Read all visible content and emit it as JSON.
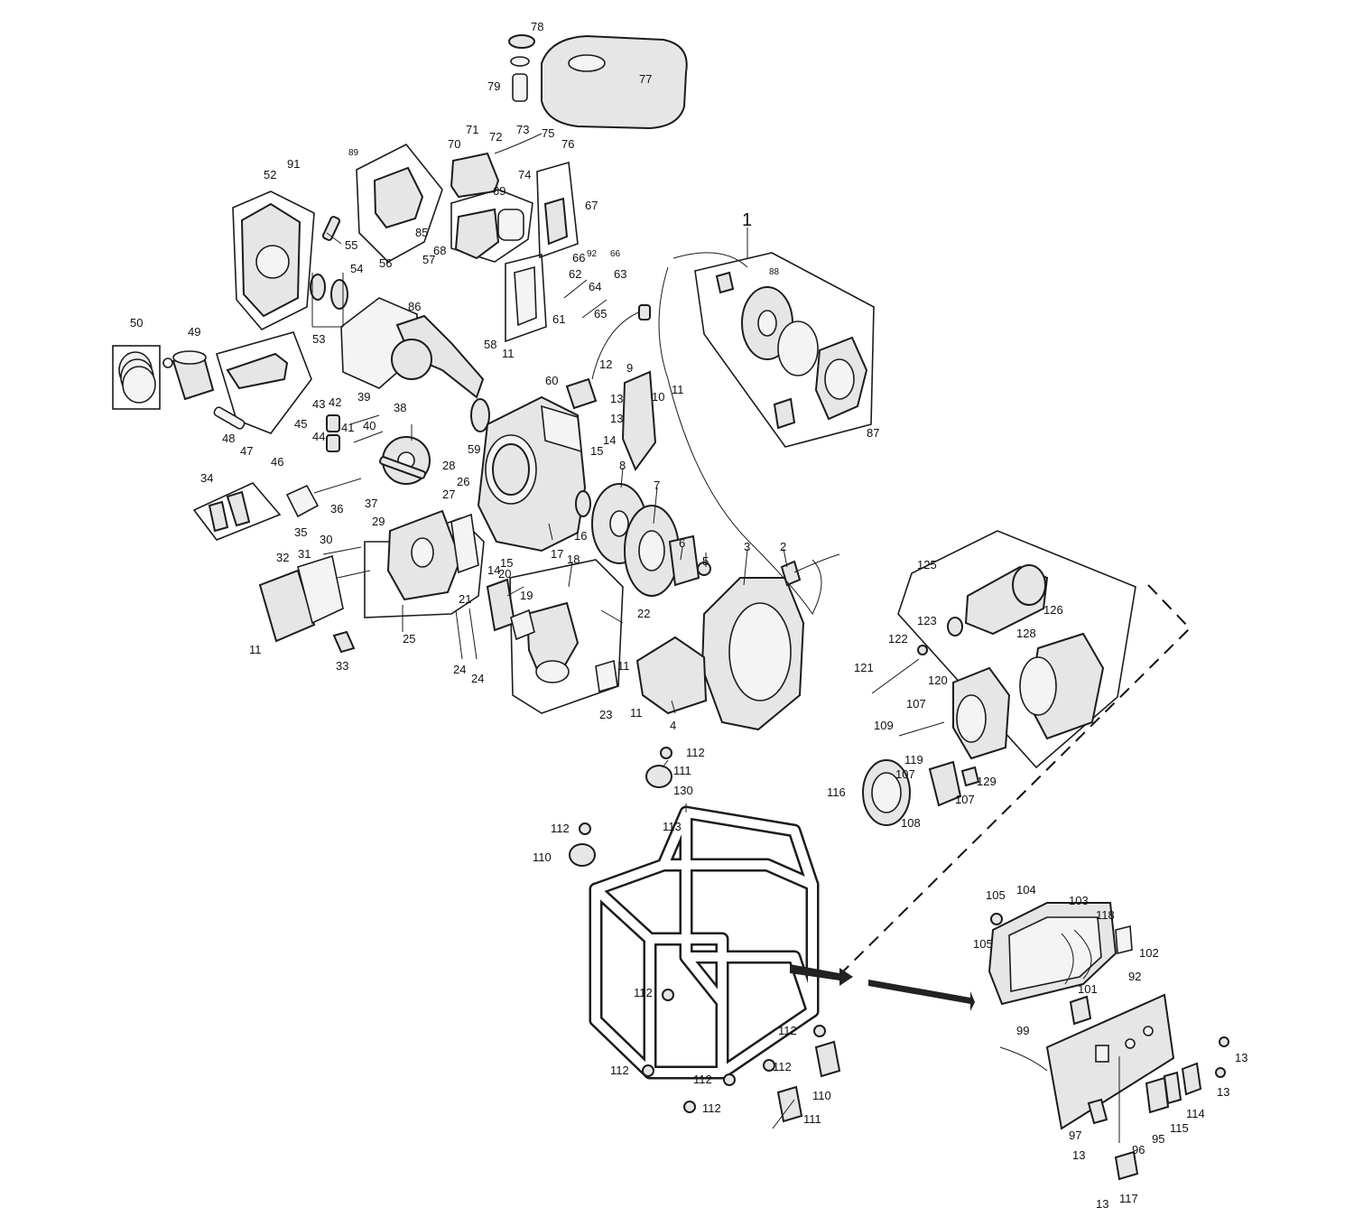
{
  "diagram": {
    "labels": {
      "p1": "1",
      "p2": "2",
      "p3": "3",
      "p4": "4",
      "p5": "5",
      "p6": "6",
      "p7": "7",
      "p8": "8",
      "p9": "9",
      "p10": "10",
      "p11a": "11",
      "p11b": "11",
      "p11c": "11",
      "p11d": "11",
      "p11e": "11",
      "p12": "12",
      "p13a": "13",
      "p13b": "13",
      "p14a": "14",
      "p14b": "14",
      "p15a": "15",
      "p15b": "15",
      "p16": "16",
      "p17": "17",
      "p18": "18",
      "p19": "19",
      "p20": "20",
      "p21": "21",
      "p22": "22",
      "p23": "23",
      "p24a": "24",
      "p24b": "24",
      "p25": "25",
      "p26": "26",
      "p27": "27",
      "p28": "28",
      "p29": "29",
      "p30": "30",
      "p31": "31",
      "p32": "32",
      "p33": "33",
      "p34": "34",
      "p35": "35",
      "p36": "36",
      "p37": "37",
      "p38": "38",
      "p39": "39",
      "p40": "40",
      "p41": "41",
      "p42": "42",
      "p43": "43",
      "p44": "44",
      "p45": "45",
      "p46": "46",
      "p47": "47",
      "p48": "48",
      "p49": "49",
      "p50": "50",
      "p52": "52",
      "p53": "53",
      "p54": "54",
      "p55": "55",
      "p56": "56",
      "p57": "57",
      "p58": "58",
      "p59": "59",
      "p60": "60",
      "p61": "61",
      "p62": "62",
      "p63": "63",
      "p64": "64",
      "p65": "65",
      "p66a": "66",
      "p66b": "66",
      "p67": "67",
      "p68": "68",
      "p69": "69",
      "p70": "70",
      "p71": "71",
      "p72": "72",
      "p73": "73",
      "p74": "74",
      "p75": "75",
      "p76": "76",
      "p77": "77",
      "p78": "78",
      "p79": "79",
      "p85": "85",
      "p86": "86",
      "p87": "87",
      "p88": "88",
      "p89": "89",
      "p91": "91",
      "p92a": "92",
      "p92b": "92",
      "p95": "95",
      "p96": "96",
      "p97": "97",
      "p99": "99",
      "p101": "101",
      "p102": "102",
      "p103": "103",
      "p104": "104",
      "p105a": "105",
      "p105b": "105",
      "p107a": "107",
      "p107b": "107",
      "p107c": "107",
      "p108": "108",
      "p109": "109",
      "p110a": "110",
      "p110b": "110",
      "p111a": "111",
      "p111b": "111",
      "p112a": "112",
      "p112b": "112",
      "p112c": "112",
      "p112d": "112",
      "p112e": "112",
      "p112f": "112",
      "p112g": "112",
      "p112h": "112",
      "p113": "113",
      "p114": "114",
      "p115": "115",
      "p116": "116",
      "p117": "117",
      "p118": "118",
      "p119": "119",
      "p120": "120",
      "p121": "121",
      "p122": "122",
      "p123": "123",
      "p125": "125",
      "p126": "126",
      "p128": "128",
      "p129": "129",
      "p130": "130",
      "p13c": "13",
      "p13d": "13",
      "p13e": "13",
      "p13f": "13"
    }
  }
}
